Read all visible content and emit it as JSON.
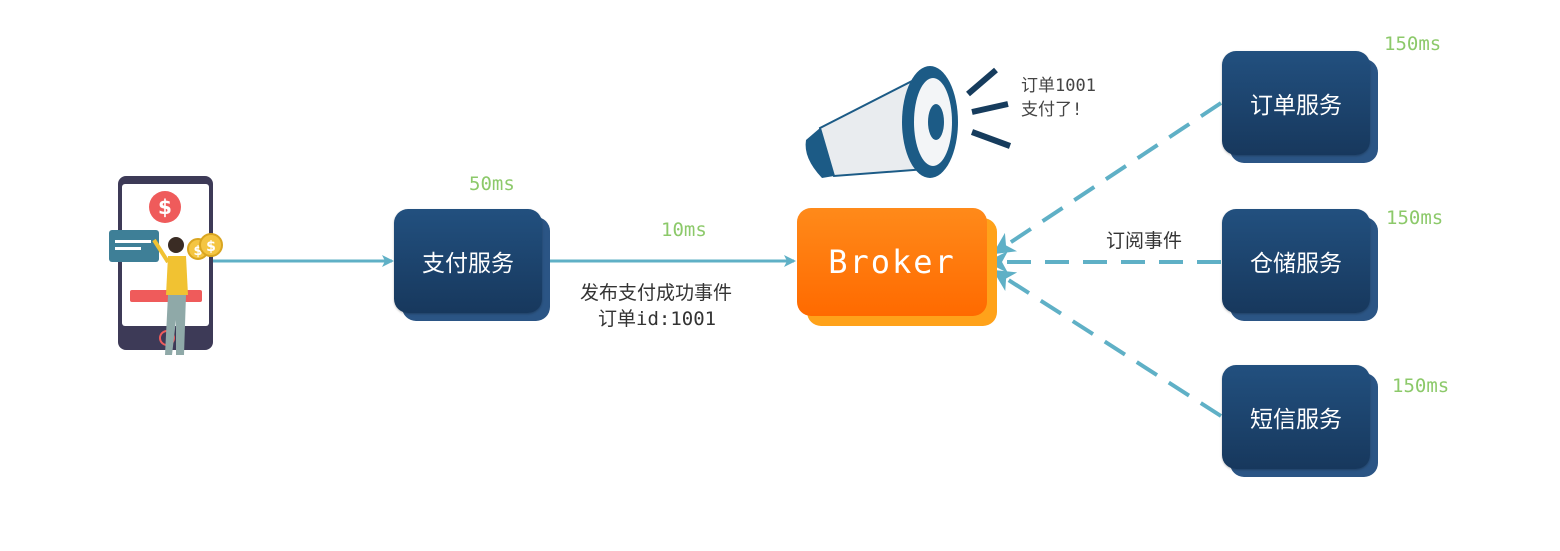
{
  "nodes": {
    "payment": "支付服务",
    "broker": "Broker",
    "order": "订单服务",
    "storage": "仓储服务",
    "sms": "短信服务"
  },
  "latency": {
    "payment": "50ms",
    "link": "10ms",
    "order": "150ms",
    "storage": "150ms",
    "sms": "150ms"
  },
  "edges": {
    "publish_line1": "发布支付成功事件",
    "publish_line2": "订单id:1001",
    "subscribe": "订阅事件"
  },
  "callout": {
    "line1": "订单1001",
    "line2": "支付了!"
  },
  "icons": [
    "smartphone-payment-icon",
    "dollar-coin-icon",
    "megaphone-icon"
  ],
  "colors": {
    "service": "#1d4470",
    "broker": "#ff7a0a",
    "arrow": "#5fb0c6",
    "latency": "#8cc96a"
  }
}
